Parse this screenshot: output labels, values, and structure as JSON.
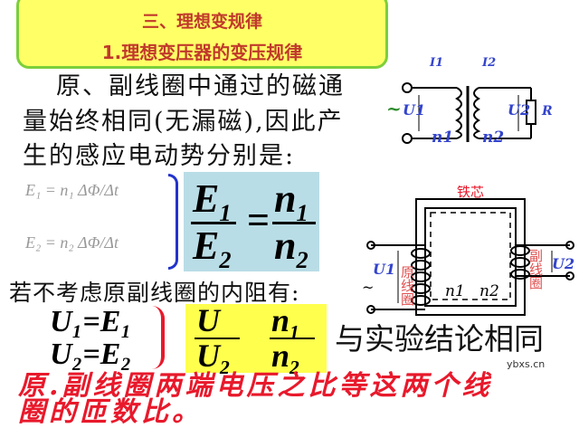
{
  "title": {
    "line1": "三、理想变规律",
    "line2": "1.理想变压器的变压规律"
  },
  "body": {
    "lines": [
      "原、副线圈中通过的磁通",
      "量始终相同(无漏磁),因此产",
      "生的感应电动势分别是:"
    ]
  },
  "emf": {
    "e1": "E₁ = n₁ ΔΦ/Δt",
    "e2": "E₂ = n₂ ΔΦ/Δt",
    "ratio": {
      "num_left": "E",
      "num_left_sub": "1",
      "den_left": "E",
      "den_left_sub": "2",
      "eq": "=",
      "num_right": "n",
      "num_right_sub": "1",
      "den_right": "n",
      "den_right_sub": "2"
    }
  },
  "condition": "若不考虑原副线圈的内阻有:",
  "equalities": {
    "u1": "U₁=E₁",
    "u2": "U₂=E₂"
  },
  "final_ratio": {
    "num_left": "U",
    "den_left": "U",
    "den_left_sub": "2",
    "num_right": "n",
    "num_right_sub": "1",
    "den_right": "n",
    "den_right_sub": "2"
  },
  "conclusion": "与实验结论相同",
  "annotation": {
    "line1": "原.副线圈两端电压之比等这两个线",
    "line2": "圈的匝数比。"
  },
  "circuit": {
    "I1": "I1",
    "I2": "I2",
    "U1": "U1",
    "U2": "U2",
    "n1": "n1",
    "n2": "n2",
    "R": "R",
    "ac": "~"
  },
  "core_diagram": {
    "core_label": "铁芯",
    "primary_label": "原线圈",
    "secondary_label": "副线圈",
    "U1": "U1",
    "U2": "U2",
    "n1": "n1",
    "n2": "n2",
    "ac": "~"
  },
  "watermark": "ybxs.cn",
  "colors": {
    "title_bg": "#ffff66",
    "title_text": "#c0392b",
    "ratio_bg": "#b9dde6",
    "highlight": "#ffff4d",
    "annotation": "#e8192b",
    "label_blue": "#3344cc"
  }
}
